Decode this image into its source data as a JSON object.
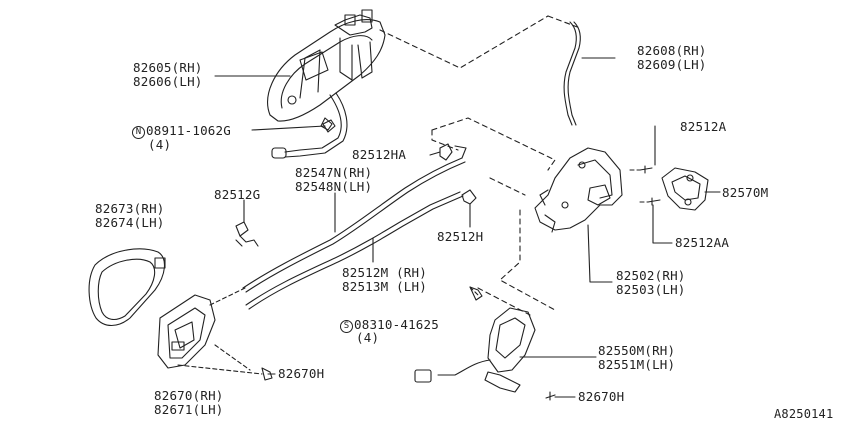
{
  "labels": {
    "p82605": "82605(RH)",
    "p82606": "82606(LH)",
    "p82608": "82608(RH)",
    "p82609": "82609(LH)",
    "n_symbol": "N",
    "p08911": "08911-1062G",
    "p08911_qty": "(4)",
    "p82512a": "82512A",
    "p82512ha": "82512HA",
    "p82547n": "82547N(RH)",
    "p82548n": "82548N(LH)",
    "p82512g": "82512G",
    "p82570m": "82570M",
    "p82673": "82673(RH)",
    "p82674": "82674(LH)",
    "p82512h": "82512H",
    "p82512aa": "82512AA",
    "p82512m": "82512M (RH)",
    "p82513m": "82513M (LH)",
    "p82502": "82502(RH)",
    "p82503": "82503(LH)",
    "s_symbol": "S",
    "p08310": "08310-41625",
    "p08310_qty": "(4)",
    "p82550m": "82550M(RH)",
    "p82551m": "82551M(LH)",
    "p82670h_1": "82670H",
    "p82670": "82670(RH)",
    "p82671": "82671(LH)",
    "p82670h_2": "82670H",
    "ref_code": "A8250141"
  }
}
